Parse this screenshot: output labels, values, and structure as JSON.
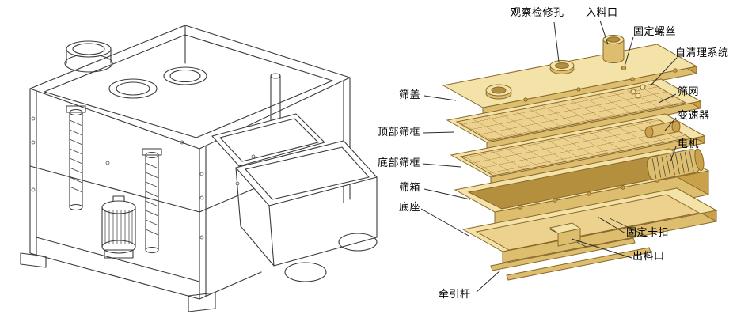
{
  "diagram": {
    "labels": {
      "inspection_hole": "观察检修孔",
      "feed_inlet": "入料口",
      "fixing_screw": "固定螺丝",
      "self_cleaning_system": "自清理系统",
      "screen_cover": "筛盖",
      "screen_mesh": "筛网",
      "top_screen_frame": "顶部筛框",
      "gearbox": "变速器",
      "bottom_screen_frame": "底部筛框",
      "motor": "电机",
      "screen_box": "筛箱",
      "base": "底座",
      "fixing_clip": "固定卡扣",
      "discharge_outlet": "出料口",
      "traction_rod": "牵引杆"
    },
    "colors": {
      "gold_top": "#f4e3a8",
      "gold_front": "#ddbd6e",
      "gold_side": "#c9a14b",
      "gold_deep": "#b48f3e",
      "gold_mesh": "#ecd28e",
      "gold_outline": "#8a682a",
      "line_art": "#3a3a3a",
      "leader": "#2a2a2a",
      "label_text": "#000000",
      "background": "#ffffff"
    }
  }
}
